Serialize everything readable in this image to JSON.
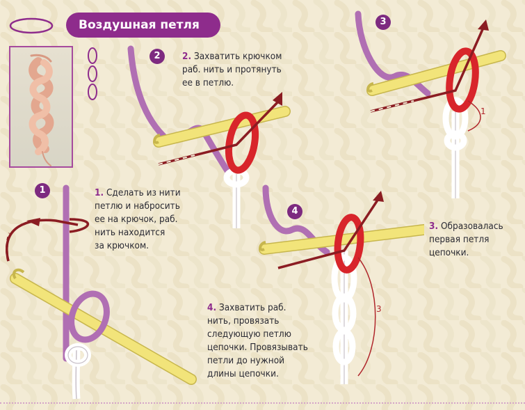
{
  "title": "Воздушная петля",
  "colors": {
    "accent": "#8e2c8c",
    "hook": "#f2e47a",
    "yarn_purple": "#b06fb3",
    "loop_red": "#d8252b",
    "chain_white": "#ffffff",
    "arrow": "#8b1c22"
  },
  "steps": [
    {
      "badge": "1",
      "number": "1.",
      "text": "Сделать из нити\nпетлю и набросить\nее на крючок, раб.\nнить находится\nза крючком."
    },
    {
      "badge": "2",
      "number": "2.",
      "text": "Захватить крючком\nраб. нить и протянуть\nее в петлю."
    },
    {
      "badge": "3",
      "number": "3.",
      "text": "Образовалась\nпервая петля\nцепочки."
    },
    {
      "badge": "4",
      "number": "4.",
      "text": "Захватить раб.\nнить, провязать\nследующую петлю\nцепочки. Провязывать\nпетли до нужной\nдлины цепочки."
    }
  ],
  "measures": {
    "step3": "1",
    "step4": "3"
  },
  "icons": [
    "oval-loop-icon",
    "chain-symbol-icon"
  ]
}
